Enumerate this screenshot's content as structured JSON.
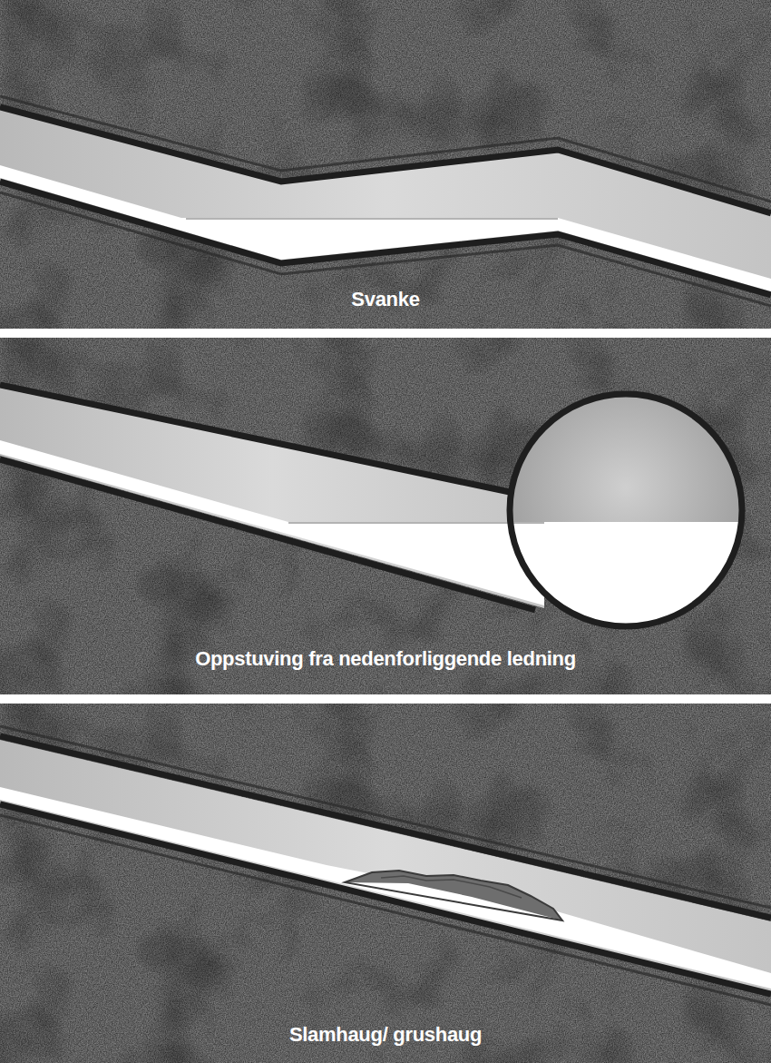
{
  "diagram": {
    "labels": [
      "Svanke",
      "Oppstuving fra nedenforliggende ledning",
      "Slamhaug/ grushaug"
    ]
  }
}
